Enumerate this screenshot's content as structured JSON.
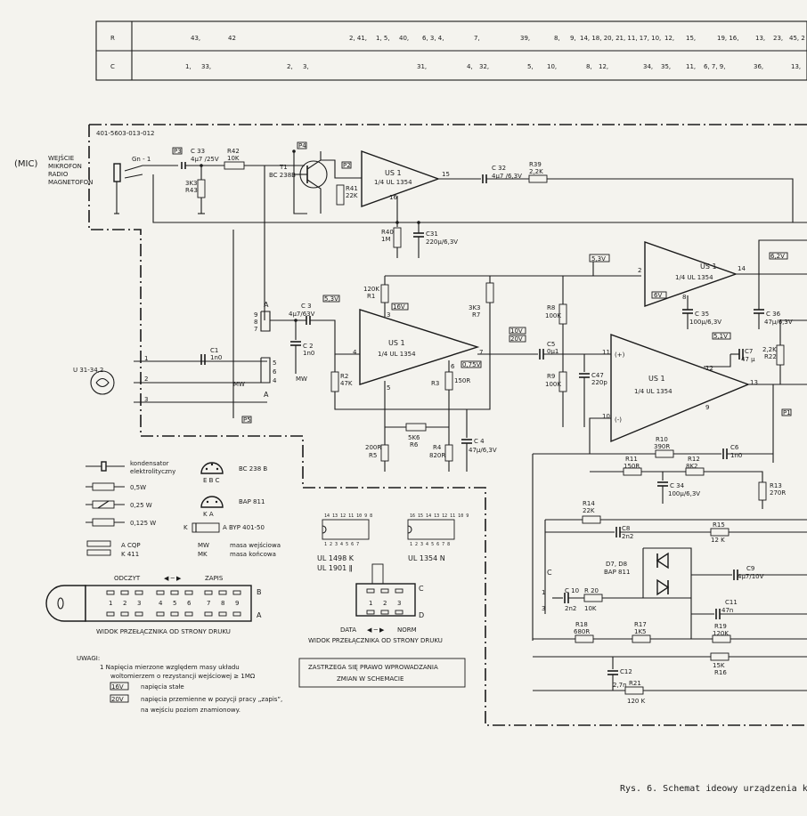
{
  "table": {
    "rows": [
      {
        "label": "R",
        "cells": [
          "43,",
          "42",
          "2, 41,",
          "1, 5,",
          "40,",
          "6, 3, 4,",
          "7,",
          "39,",
          "8,",
          "9,",
          "14, 18, 20, 21, 11, 17, 10,",
          "12,",
          "15,",
          "19, 16,",
          "13,",
          "23,",
          "45, 2"
        ]
      },
      {
        "label": "C",
        "cells": [
          "1,",
          "33,",
          "2,",
          "3,",
          "31,",
          "4,",
          "32,",
          "5,",
          "10,",
          "8,",
          "12,",
          "34,",
          "35,",
          "11,",
          "6, 7, 9,",
          "36,",
          "13,"
        ]
      }
    ]
  },
  "board_id": "401-5603-013-012",
  "input": {
    "mic": "(MIC)",
    "label1": "WEJŚCIE",
    "label2": "MIKROFON",
    "label3": "RADIO",
    "label4": "MAGNETOFON",
    "jack": "Gn - 1"
  },
  "components": {
    "C33": "C 33",
    "C33v": "4µ7 /25V",
    "R42": "R42",
    "R42v": "10K",
    "R43": "3K3",
    "R43b": "R43",
    "T1": "T1",
    "T1v": "BC 238B",
    "R41": "R41",
    "R41v": "22K",
    "R40": "R40",
    "R40v": "1M",
    "C31": "C31",
    "C31v": "220µ/6,3V",
    "C32": "C 32",
    "C32v": "4µ7 /6,3V",
    "R39": "R39",
    "R39v": "2,2K",
    "R1": "R1",
    "R1v": "120K",
    "C3": "C 3",
    "C3v": "4µ7/63V",
    "C2": "C 2",
    "C2v": "1n0",
    "C1": "C1",
    "C1v": "1n0",
    "R2": "R2",
    "R2v": "47K",
    "R3": "R3",
    "R3v": "150R",
    "R4": "R4",
    "R4v": "820R",
    "R5": "R5",
    "R5v": "200R",
    "R6": "R6",
    "R6v": "5K6",
    "C4": "C 4",
    "C4v": "47µ/6,3V",
    "R7": "R7",
    "R7v": "3K3",
    "R8": "R8",
    "R8v": "100K",
    "R9": "R9",
    "R9v": "100K",
    "C5": "C5",
    "C5v": "0µ1",
    "C47": "C47",
    "C47v": "220p",
    "C35": "C 35",
    "C35v": "100µ/6,3V",
    "C36": "C 36",
    "C36v": "47µ/6,3V",
    "C7": "C7",
    "C7v": "47 µ",
    "R22": "R22",
    "R22v": "2,2K",
    "R10": "R10",
    "R10v": "390R",
    "C6": "C6",
    "C6v": "1n0",
    "R11": "R11",
    "R11v": "150R",
    "R12": "R12",
    "R12v": "8K2",
    "C34": "C 34",
    "C34v": "100µ/6,3V",
    "R13": "R13",
    "R13v": "270R",
    "R14": "R14",
    "R14v": "22K",
    "C8": "C8",
    "C8v": "2n2",
    "R15": "R15",
    "R15v": "12 K",
    "D7D8": "D7, D8",
    "D7D8v": "BAP 811",
    "C9": "C9",
    "C9v": "4µ7/10V",
    "C10": "C 10",
    "C10v": "2n2",
    "R20": "R 20",
    "R20v": "10K",
    "C11": "C11",
    "C11v": "47n",
    "R18": "R18",
    "R18v": "680R",
    "R17": "R17",
    "R17v": "1K5",
    "R19": "R19",
    "R19v": "120K",
    "R16": "R16",
    "R16v": "15K",
    "C12": "C12",
    "C12v": "2,7n",
    "R21": "R21",
    "R21v": "120 K",
    "MW": "MW",
    "U31": "U 31-34,2"
  },
  "opamps": {
    "us1": "US 1",
    "quarter": "1/4 UL 1354"
  },
  "voltages": {
    "v1": "16V",
    "v2": "5,3V",
    "v3": "6V",
    "v4": "5,1V",
    "v5": "6,2V",
    "v6": "0,75V",
    "v7": "10V",
    "v8": "20V"
  },
  "pins": {
    "p1": "P3",
    "p2": "P4",
    "p3": "P2",
    "p4": "P5",
    "p5": "P1"
  },
  "legend": {
    "cap_el1": "kondensator",
    "cap_el2": "elektrolityczny",
    "w05": "0,5W",
    "w025": "0,25 W",
    "w0125": "0,125 W",
    "cqp": "A  CQP",
    "k411": "K  411",
    "mw": "MW",
    "mk": "MK",
    "masa_w": "masa wejściowa",
    "masa_k": "masa końcowa",
    "bc238": "BC 238 B",
    "ebc": "E B C",
    "bap811": "BAP 811",
    "ka": "K  A",
    "byp": "A  BYP 401-50",
    "ul1498": "UL 1498 K",
    "ul1901": "UL 1901 ǁ",
    "ul1354": "UL 1354 N"
  },
  "switch": {
    "odczyt": "ODCZYT",
    "zapis": "ZAPIS",
    "caption": "WIDOK PRZEŁĄCZNIKA OD STRONY DRUKU",
    "data": "DATA",
    "norm": "NORM",
    "caption2": "WIDOK PRZEŁĄCZNIKA OD STRONY DRUKU",
    "n1": "1",
    "n2": "2",
    "n3": "3",
    "n4": "4",
    "n5": "5",
    "n6": "6",
    "n7": "7",
    "n8": "8",
    "n9": "9",
    "b": "B",
    "a": "A",
    "c": "C",
    "d": "D"
  },
  "notes": {
    "uwagi": "UWAGI:",
    "n1": "1  Napięcia mierzone względem masy układu",
    "n2": "woltomierzem o rezystancji wejściowej ≥ 1MΩ",
    "n3": "napięcia stałe",
    "n4": "napięcia przemienne w pozycji pracy „zapis”,",
    "n5": "na wejściu poziom znamionowy.",
    "box1": "ZASTRZEGA SIĘ PRAWO WPROWADZANIA",
    "box2": "ZMIAN  W  SCHEMACIE"
  },
  "caption": "Rys. 6. Schemat ideowy urządzenia k"
}
